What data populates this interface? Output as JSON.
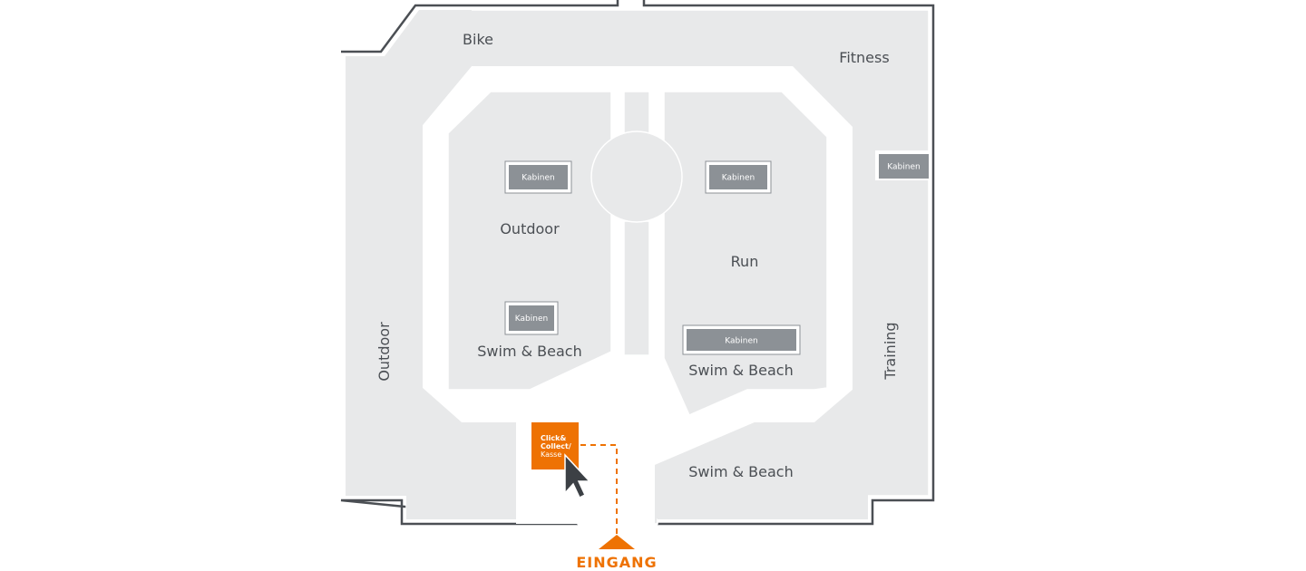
{
  "map": {
    "colors": {
      "floor": "#e8e9ea",
      "aisle": "#ffffff",
      "wall": "#4b4f54",
      "label": "#4b4f54",
      "cabin": "#8c9196",
      "accent": "#ee7203",
      "cursor": "#3c4045"
    },
    "zones": {
      "bike": "Bike",
      "fitness": "Fitness",
      "outdoor_center": "Outdoor",
      "run": "Run",
      "outdoor_side": "Outdoor",
      "training": "Training",
      "swim_beach_left": "Swim & Beach",
      "swim_beach_right": "Swim & Beach",
      "swim_beach_bottom": "Swim & Beach"
    },
    "cabins": {
      "label": "Kabinen"
    },
    "checkout": {
      "line1": "Click&",
      "line2": "Collect/",
      "line3": "Kasse"
    },
    "entrance": {
      "label": "EINGANG"
    },
    "icons": {
      "cursor": "mouse-pointer-icon",
      "entrance_marker": "triangle-up-icon"
    }
  }
}
